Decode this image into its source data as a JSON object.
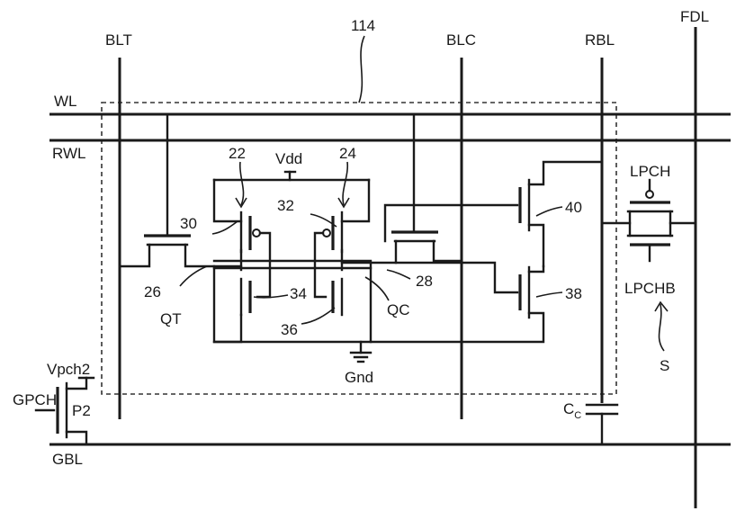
{
  "labels": {
    "blt": "BLT",
    "blc": "BLC",
    "rbl": "RBL",
    "fdl": "FDL",
    "wl": "WL",
    "rwl": "RWL",
    "gbl": "GBL",
    "gpch": "GPCH",
    "vpch2": "Vpch2",
    "p2": "P2",
    "vdd": "Vdd",
    "gnd": "Gnd",
    "qt": "QT",
    "qc": "QC",
    "lpch": "LPCH",
    "lpchb": "LPCHB",
    "s": "S",
    "cc_main": "C",
    "cc_sub": "C",
    "ref_114": "114",
    "ref_22": "22",
    "ref_24": "24",
    "ref_26": "26",
    "ref_28": "28",
    "ref_30": "30",
    "ref_32": "32",
    "ref_34": "34",
    "ref_36": "36",
    "ref_38": "38",
    "ref_40": "40"
  }
}
